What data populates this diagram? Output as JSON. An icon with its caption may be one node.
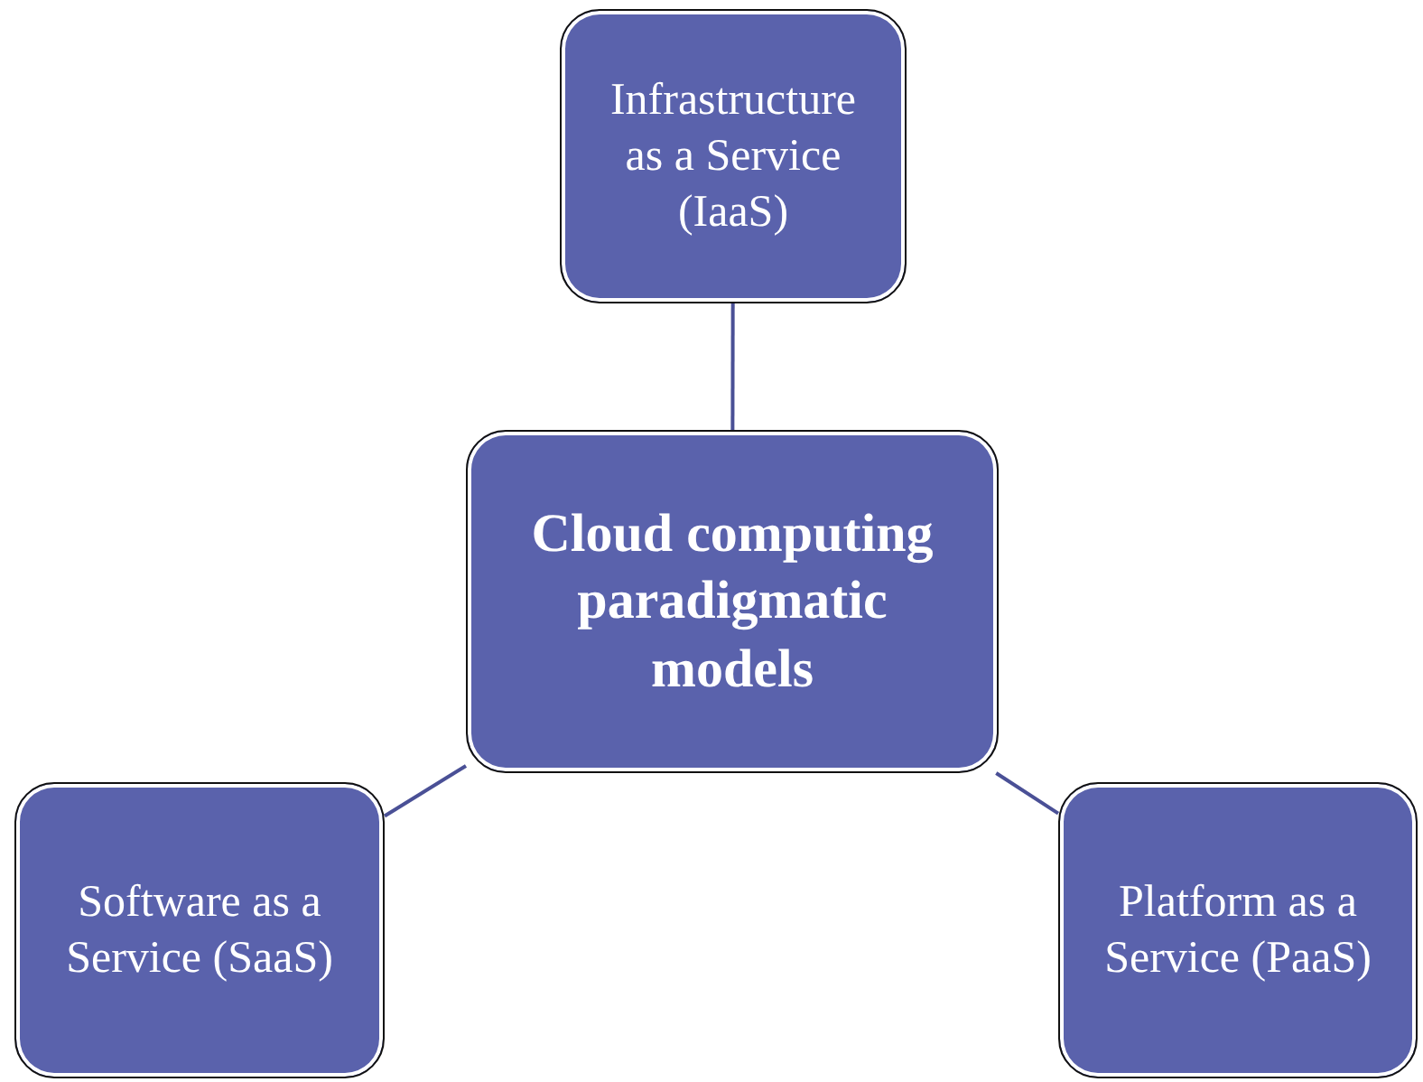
{
  "diagram": {
    "nodes": [
      {
        "text": [
          "Infrastructure as a Service (IaaS)"
        ]
      },
      {
        "text": [
          "Cloud computing paradigmatic models"
        ]
      },
      {
        "text": [
          "Software as a Service (SaaS)"
        ]
      },
      {
        "text": [
          "Platform as a Service (PaaS)"
        ]
      }
    ],
    "edges": [
      {
        "from": 1,
        "to": 0,
        "arrow": "none"
      },
      {
        "from": 1,
        "to": 2,
        "arrow": "none"
      },
      {
        "from": 1,
        "to": 3,
        "arrow": "none"
      }
    ]
  }
}
